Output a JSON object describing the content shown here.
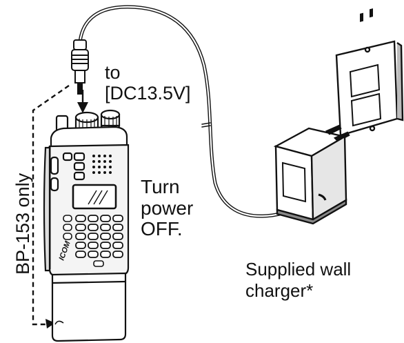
{
  "labels": {
    "dc_to": "to",
    "dc_jack": "[DC13.5V]",
    "power_line1": "Turn",
    "power_line2": "power",
    "power_line3": "OFF.",
    "charger_line1": "Supplied wall",
    "charger_line2": "charger*",
    "battery_note": "BP-153 only"
  },
  "device": {
    "brand_mark": "ICOM"
  },
  "colors": {
    "ink": "#111111",
    "paper": "#ffffff",
    "body_fill": "#f4f4f4",
    "shade": "#888888"
  }
}
